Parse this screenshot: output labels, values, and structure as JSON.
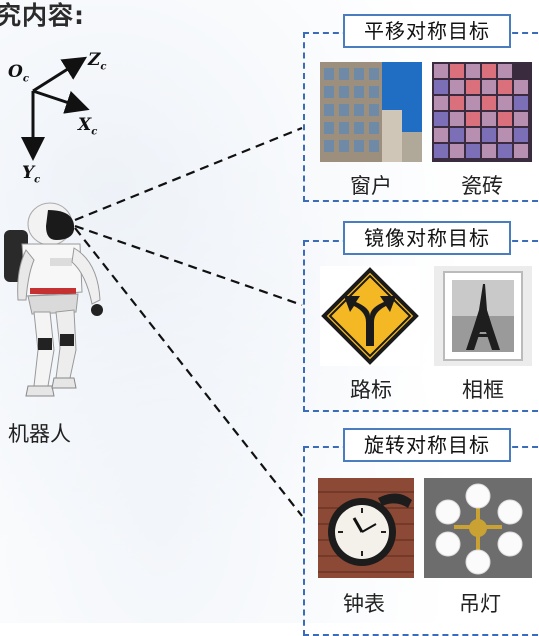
{
  "heading": "究内容:",
  "axes": {
    "origin": "O",
    "z": "Z",
    "x": "X",
    "y": "Y",
    "subscript": "c"
  },
  "robot": {
    "label": "机器人"
  },
  "groups": [
    {
      "title": "平移对称目标",
      "items": [
        {
          "label": "窗户",
          "icon": "building-window-photo"
        },
        {
          "label": "瓷砖",
          "icon": "tile-pattern-photo"
        }
      ]
    },
    {
      "title": "镜像对称目标",
      "items": [
        {
          "label": "路标",
          "icon": "road-sign-photo"
        },
        {
          "label": "相框",
          "icon": "photo-frame-photo"
        }
      ]
    },
    {
      "title": "旋转对称目标",
      "items": [
        {
          "label": "钟表",
          "icon": "clock-photo"
        },
        {
          "label": "吊灯",
          "icon": "chandelier-photo"
        }
      ]
    }
  ],
  "colors": {
    "box_border": "#3a6cb8",
    "title_border": "#4a7cc0",
    "sign_yellow": "#f3b824"
  }
}
